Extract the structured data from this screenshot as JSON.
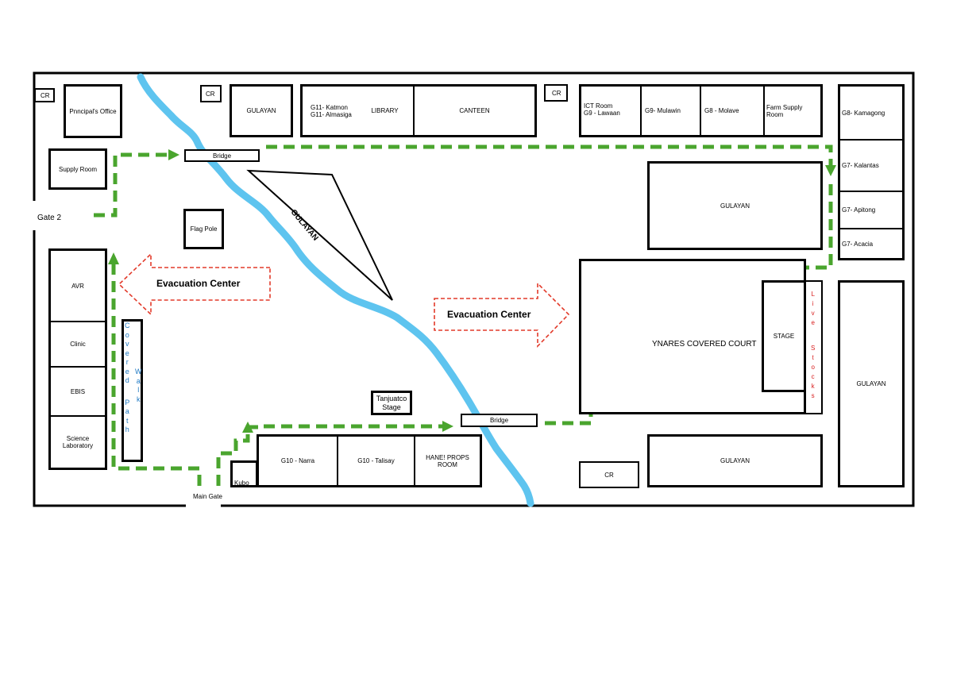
{
  "title": "",
  "rooms": {
    "cr_top_left": "CR",
    "principals_office": "Pnncipal's Office",
    "cr_top_mid": "CR",
    "gulayan_top": "GULAYAN",
    "g11_line1": "G11- Katmon",
    "g11_line2": "G11- Almasiga",
    "library": "LIBRARY",
    "canteen": "CANTEEN",
    "cr_top_right": "CR",
    "ict_line1": "ICT Room",
    "ict_line2": "G9 - Lawaan",
    "g9_mulawin": "G9- Mulawin",
    "g8_molave": "G8 - Molave",
    "farm_line1": "Farm Supply",
    "farm_line2": "Room",
    "g8_kamagong": "G8- Kamagong",
    "g7_kalantas": "G7- Kalantas",
    "g7_apitong": "G7- Apitong",
    "g7_acacia": "G7- Acacia",
    "supply_room": "Supply Room",
    "gate2": "Gate 2",
    "bridge_top": "Bridge",
    "gulayan_triangle": "GULAYAN",
    "flag_pole": "Flag Pole",
    "gulayan_right_upper": "GULAYAN",
    "avr": "AVR",
    "clinic": "Clinic",
    "ebis": "EBIS",
    "science_line1": "Science",
    "science_line2": "Laboratory",
    "covered_walk_col1": [
      "C",
      "o",
      "v",
      "e",
      "r",
      "e",
      "d",
      " ",
      "P",
      "a",
      "t",
      "h"
    ],
    "covered_walk_col2": [
      "W",
      "a",
      "l",
      "k"
    ],
    "evacuation_left": "Evacuation Center",
    "evacuation_right": "Evacuation Center",
    "covered_court": "YNARES COVERED COURT",
    "stage": "STAGE",
    "live_stocks": [
      "L",
      "i",
      "v",
      "e",
      " ",
      "S",
      "t",
      "o",
      "c",
      "k",
      "s"
    ],
    "gulayan_far_right": "GULAYAN",
    "tanjuatco_line1": "Tanjuatco",
    "tanjuatco_line2": "Stage",
    "bridge_bottom": "Bridge",
    "g10_narra": "G10 - Narra",
    "g10_talisay": "G10 - Talisay",
    "haneu_props": "HANE! PROPS ROOM",
    "kubo": "Kubo",
    "main_gate": "Main Gate",
    "cr_bottom": "CR",
    "gulayan_bottom": "GULAYAN"
  },
  "colors": {
    "river": "#5ec4ef",
    "route": "#4aa52e",
    "evacuation_arrow": "#e23a2a",
    "covered_walk_text": "#1f78c1",
    "live_stocks_text": "#d81e1e",
    "walls": "#000000"
  }
}
